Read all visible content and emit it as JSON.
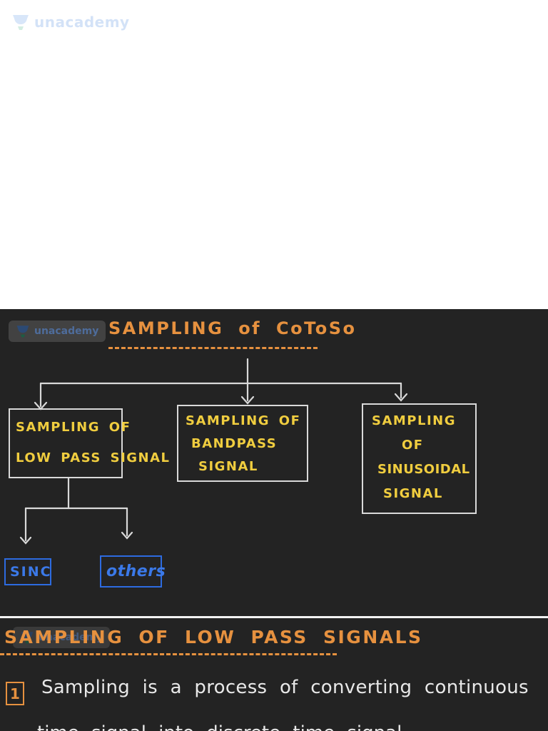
{
  "colors": {
    "board_background": "#232323",
    "ink_yellow": "#f0cd3f",
    "ink_orange": "#e6913f",
    "ink_white": "#e8e8e8",
    "ink_blue": "#3b79e8",
    "box_border_white": "#d9d9d9",
    "divider_white": "#f2f2f2",
    "badge_grey": "#424242",
    "logo_light_blue": "#9fc0ee"
  },
  "top": {
    "logo_text": "unacademy"
  },
  "board1": {
    "badge_text": "unacademy",
    "title": "SAMPLING of CoToSo",
    "boxes": [
      {
        "lines": [
          "SAMPLING OF",
          "LOW PASS SIGNAL"
        ]
      },
      {
        "lines": [
          "SAMPLING OF",
          "BANDPASS",
          "SIGNAL"
        ]
      },
      {
        "lines": [
          "SAMPLING",
          "OF",
          "SINUSOIDAL",
          "SIGNAL"
        ]
      }
    ],
    "leaves": [
      "SINC",
      "others"
    ]
  },
  "board2": {
    "badge_text": "unacademy",
    "heading": "SAMPLING OF LOW PASS SIGNALS",
    "item_number": "1",
    "item_text": "Sampling is a process of converting continuous",
    "item_text_line2": "time signal into discrete time signal"
  },
  "diagram": {
    "type": "tree",
    "root": "SAMPLING of CoToSo",
    "children": [
      "SAMPLING OF LOW PASS SIGNAL",
      "SAMPLING OF BANDPASS SIGNAL",
      "SAMPLING OF SINUSOIDAL SIGNAL"
    ],
    "low_pass_children": [
      "SINC",
      "others"
    ]
  }
}
